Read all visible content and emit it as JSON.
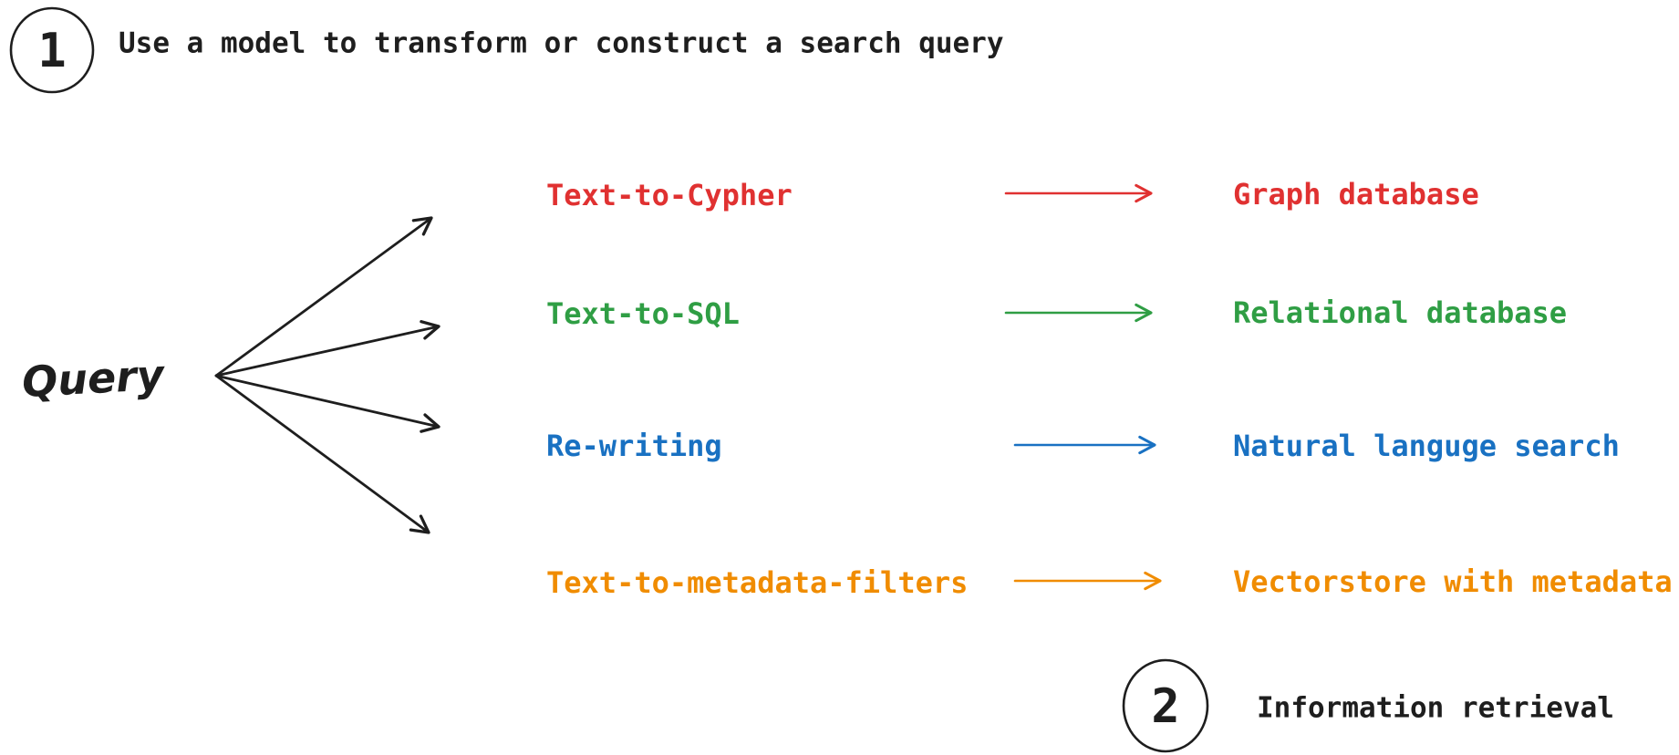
{
  "palette": {
    "ink": "#1e1e1e",
    "red": "#e03131",
    "green": "#2f9e44",
    "blue": "#1971c2",
    "orange": "#f08c00"
  },
  "steps": [
    {
      "number": "1",
      "label": "Use a model to transform or construct a search query"
    },
    {
      "number": "2",
      "label": "Information retrieval"
    }
  ],
  "source": {
    "label": "Query"
  },
  "rows": [
    {
      "method": "Text-to-Cypher",
      "target": "Graph database",
      "color": "#e03131"
    },
    {
      "method": "Text-to-SQL",
      "target": "Relational database",
      "color": "#2f9e44"
    },
    {
      "method": "Re-writing",
      "target": "Natural languge search",
      "color": "#1971c2"
    },
    {
      "method": "Text-to-metadata-filters",
      "target": "Vectorstore with metadata",
      "color": "#f08c00"
    }
  ]
}
